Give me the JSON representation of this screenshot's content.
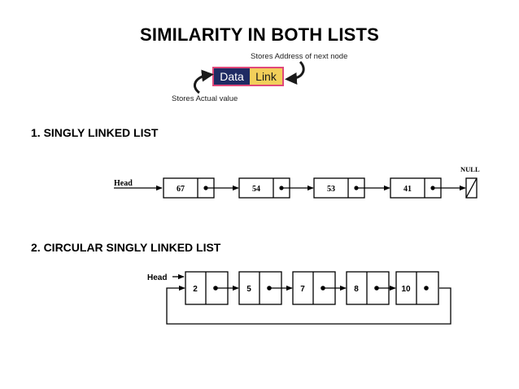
{
  "title": "SIMILARITY IN BOTH LISTS",
  "node_format": {
    "data_label": "Data",
    "link_label": "Link",
    "note_link": "Stores Address of next node",
    "note_data": "Stores Actual value",
    "colors": {
      "data_bg": "#1f2b63",
      "link_bg": "#f2cf5a",
      "border": "#e0497a"
    }
  },
  "singly": {
    "heading": "1. SINGLY LINKED LIST",
    "head_label": "Head",
    "null_label": "NULL",
    "values": [
      "67",
      "54",
      "53",
      "41"
    ]
  },
  "circular": {
    "heading": "2. CIRCULAR SINGLY LINKED LIST",
    "head_label": "Head",
    "values": [
      "2",
      "5",
      "7",
      "8",
      "10"
    ]
  }
}
